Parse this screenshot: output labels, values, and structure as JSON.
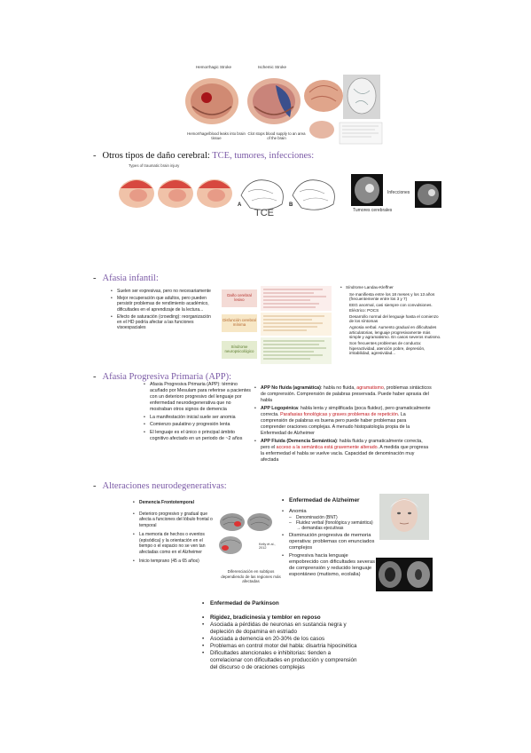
{
  "stroke_figure": {
    "hemorrhagic_title": "Hemorrhagic Stroke",
    "ischemic_title": "Ischemic Stroke",
    "hemorrhagic_caption": "Hemorrhage/blood leaks into brain tissue",
    "ischemic_caption": "Clot stops blood supply to an area of the brain"
  },
  "section_otros": {
    "dash": "-",
    "lead": "Otros tipos de daño cerebral",
    "colon": ":",
    "rest": " TCE, tumores, infecciones:"
  },
  "tce_figure": {
    "types_title": "Types of traumatic brain injury",
    "label_a": "A",
    "label_b": "B",
    "tce": "TCE",
    "tumores": "Tumores cerebrales",
    "infecciones": "Infecciones"
  },
  "section_afasia_infantil": {
    "dash": "-",
    "title": "Afasia infantil:"
  },
  "afasia_infantil": {
    "bullets": [
      "Suelen ser expresivas, pero no necesariamente",
      "Mejor recuperación que adultos, pero pueden persistir problemas de rendimiento académico, dificultades en el aprendizaje de la lectura...",
      "Efecto de saturación (crowding): reorganización en el HD podría afectar a las funciones visoespaciales"
    ],
    "table_labels": [
      "Daño cerebral lesivo",
      "Disfunción cerebral mínima",
      "Síndrome neuropsicológico"
    ],
    "lkf_title": "Síndrome Landau-Kleffner",
    "lkf_items": [
      "Se manifiesta entre los 18 meses y los 13 años (frecuentemente entre los 3 y 7)",
      "EEG anormal, casi siempre con convulsiones. Eléctrico: POCS",
      "Desarrollo normal del lenguaje hasta el comienzo de los síntomas",
      "Agnosia verbal. Aumento gradual en dificultades articulatorias, lenguaje progresivamente más simple y agramatismo. En casos severos mutismo.",
      "Son frecuentes problemas de conducta: hiperactividad, atención pobre, depresión, irritabilidad, agresividad..."
    ]
  },
  "section_app": {
    "dash": "-",
    "title": "Afasia Progresiva Primaria (APP):"
  },
  "app": {
    "left_bullets": [
      "Afasia Progresiva Primaria (APP): término acuñado por Mesulam para referirse a pacientes con un deterioro progresivo del lenguaje por enfermedad neurodegenerativa que no mostraban otros signos de demencia",
      "La manifestación inicial suele ser anomia",
      "Comienzo paulatino y progresión lenta",
      "El lenguaje es el único o principal ámbito cognitivo afectado en un periodo de ~2 años"
    ],
    "nf_title": "APP No fluida (agramática)",
    "nf_text": ": habla no fluida, ",
    "nf_red": "agramatismo",
    "nf_rest": ", problemas sintácticos de comprensión. Comprensión de palabras preservada. Puede haber apraxia del habla",
    "lg_title": "APP Logopénica",
    "lg_text": ": habla lenta y simplificada (poca fluidez), pero gramaticalmente correcta. ",
    "lg_red": "Parafasias fonológicas y graves problemas de repetición",
    "lg_rest": ". La comprensión de palabras es buena pero puede haber problemas para comprender oraciones complejas. A menudo histopatología propia de la Enfermedad de Alzheimer",
    "fl_title": "APP Fluida (Demencia Semántica)",
    "fl_text": ": habla fluida y gramaticalmente correcta, pero el ",
    "fl_red": "acceso a la semántica está gravemente alterado",
    "fl_rest": ". A medida que progresa la enfermedad el habla se vuelve vacía. Capacidad de denominación muy afectada"
  },
  "section_alt": {
    "dash": "-",
    "title": "Alteraciones neurodegenerativas:"
  },
  "ftd": {
    "title": "Demencia Frontotemporal",
    "bullets": [
      "Deterioro progresivo y gradual que afecta a funciones del lóbulo frontal o temporal",
      "La memoria de hechos o eventos (episódica) y la orientación en el tiempo o el espacio no se ven tan afectadas como en el Alzheimer",
      "Inicio temprano (45 a 65 años)"
    ],
    "ref": "Kelly et al., 2012",
    "caption": "Diferenciación en subtipos dependiendo de las regiones más afectadas"
  },
  "alz": {
    "title": "Enfermedad de Alzheimer",
    "anomia": "Anomia",
    "anomia_sub": [
      "Denominación (BNT)",
      "Fluidez verbal (fonológica y semántica) → demandas ejecutivas"
    ],
    "bullets": [
      "Disminución progresiva de memoria operativa: problemas con enunciados complejos",
      "Progresiva hacia lenguaje empobrecido con dificultades severas de comprensión y reducido lenguaje espontáneo (mutismo, ecolalia)"
    ]
  },
  "park": {
    "title": "Enfermedad de Parkinson",
    "bullets": [
      "Rigidez, bradicinesia  y temblor en reposo",
      "Asociada a pérdidas de neuronas en sustancia negra y depleción de dopamina en estriado",
      "Asociada a demencia en 20-30% de los  casos",
      "Problemas en control motor del habla: disartria hipocinética",
      "Dificultades atencionales e inhibitorias: tienden a correlacionar con dificultades en producción y comprensión del discurso o de oraciones complejas"
    ]
  }
}
